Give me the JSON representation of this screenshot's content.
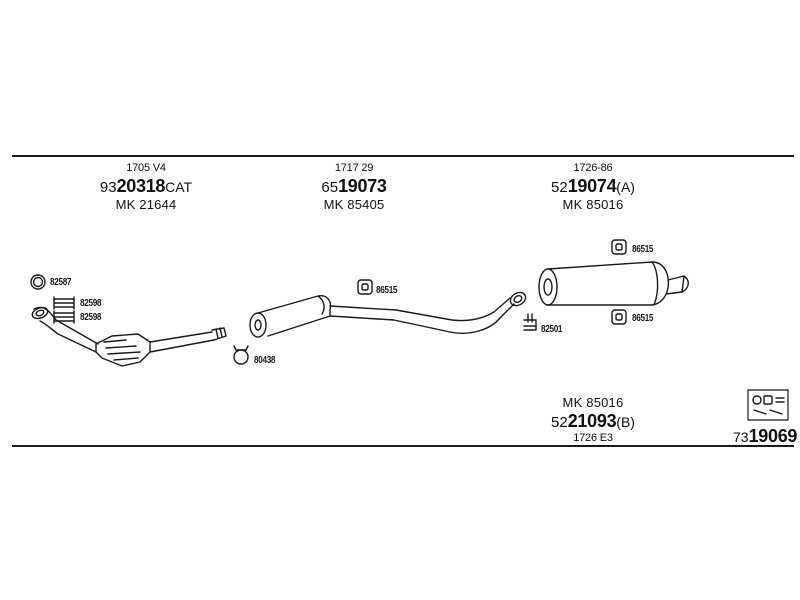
{
  "groups": {
    "front": {
      "ref": "1705 V4",
      "number_prefix": "93",
      "number_main": "20318",
      "number_suffix": "CAT",
      "kit": "MK  21644"
    },
    "middle": {
      "ref": "1717 29",
      "number_prefix": "65",
      "number_main": "19073",
      "number_suffix": "",
      "kit": "MK  85405"
    },
    "rear": {
      "ref": "1726-86",
      "number_prefix": "52",
      "number_main": "19074",
      "number_suffix": "(A)",
      "kit": "MK  85016"
    },
    "rear_alt": {
      "kit": "MK  85016",
      "number_prefix": "52",
      "number_main": "21093",
      "number_suffix": "(B)",
      "ref": "1726 E3"
    }
  },
  "small_parts": {
    "ring_front": "82587",
    "clamp_a": "82598",
    "clamp_b": "82598",
    "clamp_middle": "80438",
    "mount_middle": "86515",
    "mount_rear_top": "86515",
    "mount_rear_bottom": "86515",
    "bracket_rear": "82501"
  },
  "set": {
    "prefix": "73",
    "main": "19069",
    "icon": "mounting-kit-icon"
  }
}
